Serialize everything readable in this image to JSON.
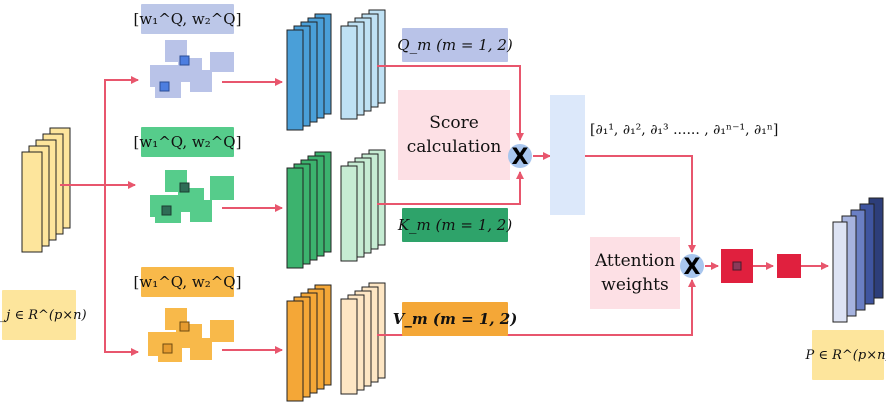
{
  "weights": {
    "q": "[w₁^Q, w₂^Q]",
    "k": "[w₁^Q, w₂^Q]",
    "v": "[w₁^Q, w₂^Q]"
  },
  "labels": {
    "q": "Q_m (m = 1, 2)",
    "k": "K_m (m = 1, 2)",
    "v": "V_m (m = 1, 2)",
    "score": "Score calculation",
    "attention": "Attention weights",
    "sequence": "[∂₁¹, ∂₁², ∂₁³ ...... , ∂₁ⁿ⁻¹, ∂₁ⁿ]",
    "input": "u_j ∈ R^(p×n)",
    "output": "P ∈ R^(p×n)"
  },
  "colors": {
    "arrow": "#e8566d",
    "input": "#fde59c",
    "blue": "#4a9fd8",
    "blue_light": "#bfe1f4",
    "green": "#3cb36e",
    "green_light": "#c6ecd3",
    "orange": "#f4a737",
    "orange_light": "#fde6c4",
    "navy": "#2d3e7a",
    "red": "#e0203e"
  }
}
